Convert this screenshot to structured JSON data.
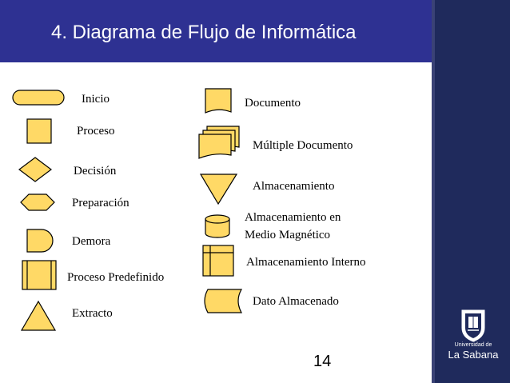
{
  "slide": {
    "title": "4. Diagrama de Flujo de Informática",
    "page_number": "14",
    "fill_color": "#ffd966",
    "header_color": "#2e3192",
    "sidebar_color": "#1f2a5c"
  },
  "logo": {
    "line1": "Universidad de",
    "line2": "La Sabana"
  },
  "left_symbols": [
    {
      "label": "Inicio",
      "shape": "terminator"
    },
    {
      "label": "Proceso",
      "shape": "rectangle"
    },
    {
      "label": "Decisión",
      "shape": "diamond"
    },
    {
      "label": "Preparación",
      "shape": "hexagon"
    },
    {
      "label": "Demora",
      "shape": "delay"
    },
    {
      "label": "Proceso Predefinido",
      "shape": "predefined-process"
    },
    {
      "label": "Extracto",
      "shape": "triangle"
    }
  ],
  "right_symbols": [
    {
      "label": "Documento",
      "shape": "document"
    },
    {
      "label": "Múltiple Documento",
      "shape": "multi-document"
    },
    {
      "label": "Almacenamiento",
      "shape": "inverted-triangle"
    },
    {
      "label": "Almacenamiento en Medio Magnético",
      "shape": "cylinder",
      "line1": "Almacenamiento en",
      "line2": "Medio Magnético"
    },
    {
      "label": "Almacenamiento Interno",
      "shape": "internal-storage"
    },
    {
      "label": "Dato Almacenado",
      "shape": "stored-data"
    }
  ]
}
